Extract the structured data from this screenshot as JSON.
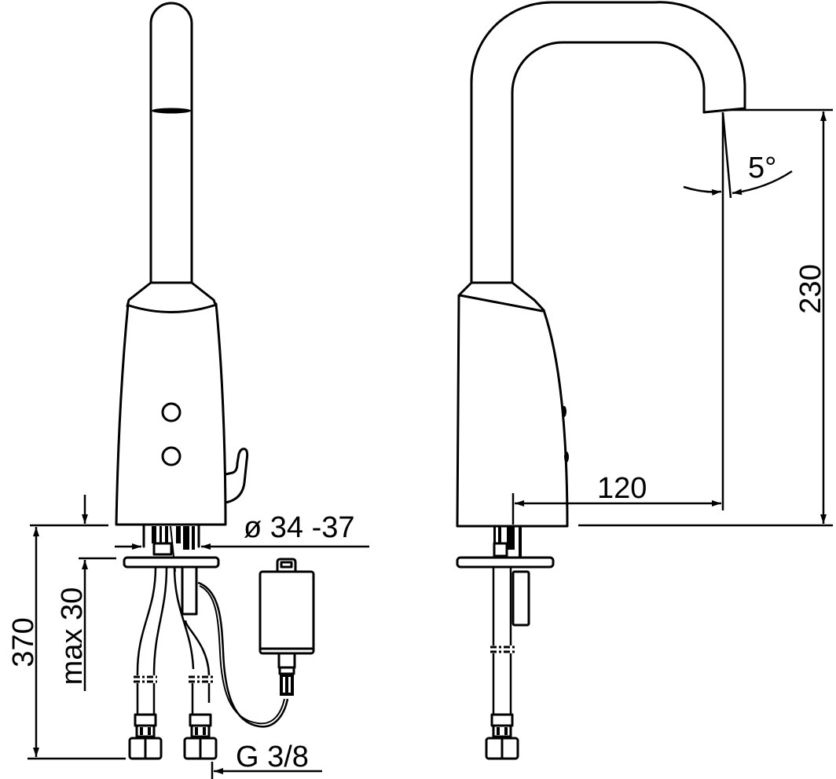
{
  "drawing": {
    "title": "Sensor basin faucet – dimensional drawing",
    "views": [
      {
        "id": "front-view",
        "description": "Front view of faucet with sensor windows, hoses and control box"
      },
      {
        "id": "side-view",
        "description": "Side view of faucet with spout reach and height"
      }
    ],
    "dimensions": {
      "total_height": "370",
      "max_deck_thickness": "max 30",
      "hole_diameter": "ø 34 -37",
      "connection_thread": "G 3/8",
      "spout_reach": "120",
      "spout_height": "230",
      "spout_angle": "5°"
    },
    "colors": {
      "line": "#000000",
      "background": "#ffffff"
    }
  }
}
